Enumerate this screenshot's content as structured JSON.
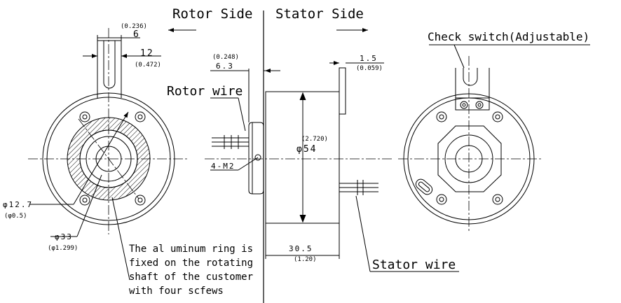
{
  "labels": {
    "rotor_side": "Rotor Side",
    "stator_side": "Stator Side",
    "check_switch": "Check switch(Adjustable)",
    "rotor_wire": "Rotor wire",
    "stator_wire": "Stator wire",
    "screws": "4-M2",
    "note_lines": [
      "The al uminum ring is",
      "fixed on the rotating",
      "shaft of the customer",
      "with four scfews"
    ]
  },
  "dimensions": {
    "width_mm": "6",
    "width_in": "(0.236)",
    "height_mm": "12",
    "height_in": "(0.472)",
    "flange_mm": "6.3",
    "flange_in": "(0.248)",
    "plate_mm": "1.5",
    "plate_in": "(0.059)",
    "diameter_mm": "φ54",
    "diameter_in": "(2.720)",
    "length_mm": "30.5",
    "length_in": "(1.20)",
    "bore_mm": "φ12.7",
    "bore_in": "(φ0.5)",
    "ring_mm": "φ33",
    "ring_in": "(φ1.299)"
  },
  "colors": {
    "line": "#000000",
    "background": "#ffffff"
  }
}
